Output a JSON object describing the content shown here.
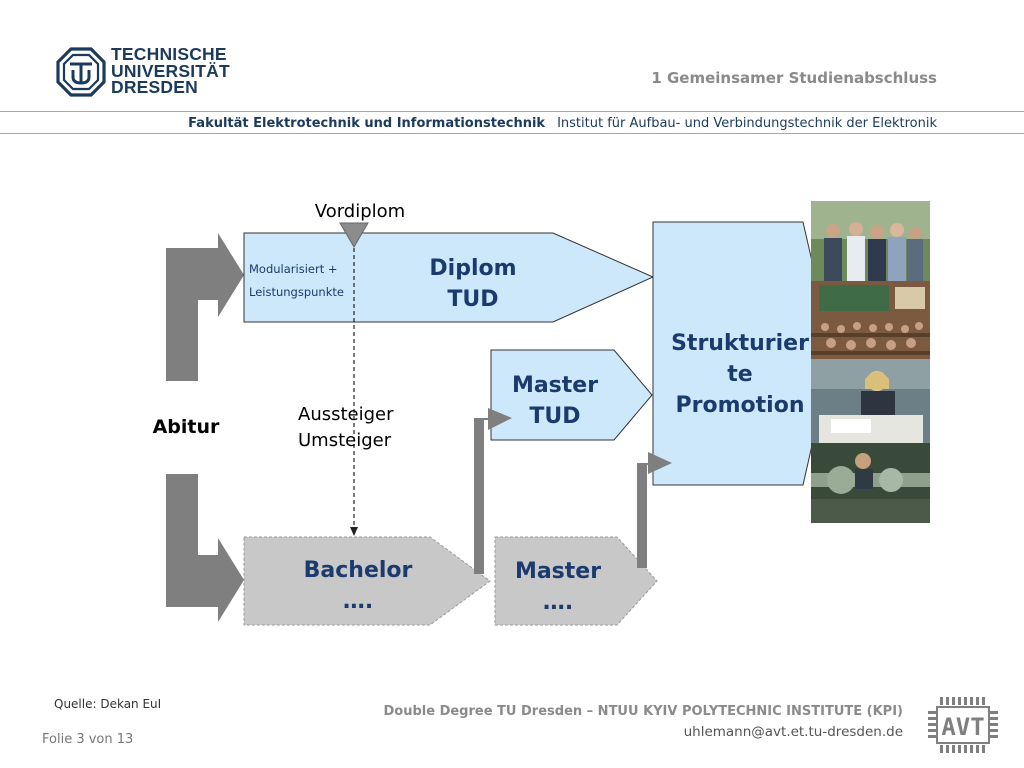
{
  "header": {
    "university_name_lines": [
      "TECHNISCHE",
      "UNIVERSITÄT",
      "DRESDEN"
    ],
    "slide_title": "1  Gemeinsamer Studienabschluss",
    "faculty": "Fakultät Elektrotechnik und Informationstechnik",
    "institute": "Institut für Aufbau- und Verbindungstechnik der Elektronik"
  },
  "diagram": {
    "vordiplom": "Vordiplom",
    "diplom_note_lines": [
      "Modularisiert +",
      "Leistungspunkte"
    ],
    "diplom_lines": [
      "Diplom",
      "TUD"
    ],
    "master_tud_lines": [
      "Master",
      "TUD"
    ],
    "promotion_lines": [
      "Strukturier",
      "te",
      "Promotion"
    ],
    "abitur": "Abitur",
    "aussteiger_lines": [
      "Aussteiger",
      "Umsteiger"
    ],
    "bachelor_lines": [
      "Bachelor",
      "…."
    ],
    "master_lines": [
      "Master",
      "…."
    ],
    "colors": {
      "light_blue": "#cde8fb",
      "dark_blue_text": "#1b3a6e",
      "grey_box": "#c8c8c8",
      "grey_arrow": "#7f7f7f"
    }
  },
  "footer": {
    "source": "Quelle: Dekan EuI",
    "page": "Folie 3 von 13",
    "title": "Double Degree TU Dresden – NTUU KYIV POLYTECHNIC INSTITUTE (KPI)",
    "email": "uhlemann@avt.et.tu-dresden.de",
    "logo_text": "AVT"
  }
}
